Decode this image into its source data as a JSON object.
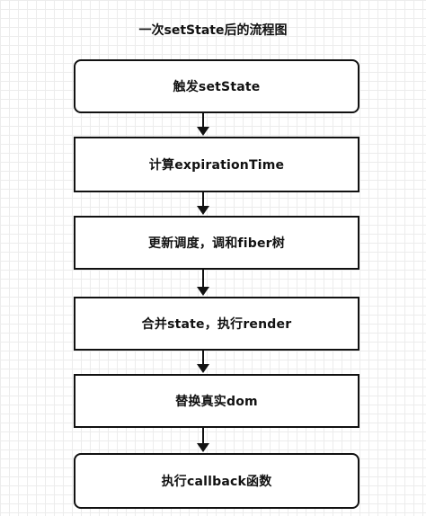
{
  "diagram": {
    "title": "一次setState后的流程图",
    "steps": [
      "触发setState",
      "计算expirationTime",
      "更新调度，调和fiber树",
      "合并state，执行render",
      "替换真实dom",
      "执行callback函数"
    ]
  }
}
